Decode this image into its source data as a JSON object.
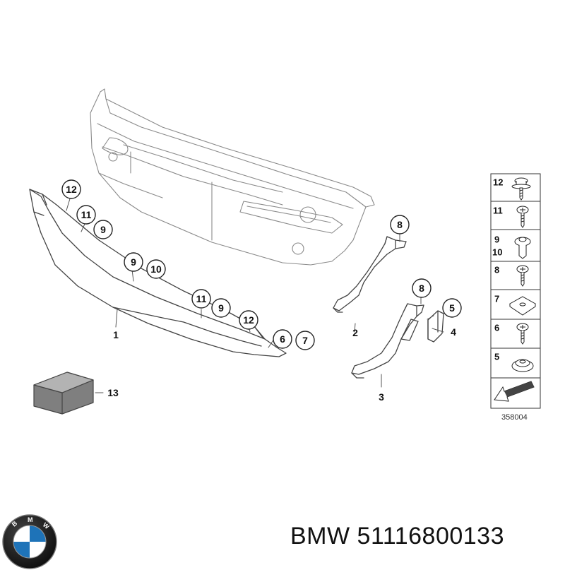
{
  "callouts": {
    "c12a": "12",
    "c11a": "11",
    "c9a": "9",
    "c9b": "9",
    "c10b": "10",
    "c11c": "11",
    "c9c": "9",
    "c12c": "12",
    "c6": "6",
    "c7": "7",
    "c1": "1",
    "c8a": "8",
    "c2": "2",
    "c8b": "8",
    "c5": "5",
    "c4": "4",
    "c3": "3",
    "c13": "13"
  },
  "legend": [
    {
      "labels": [
        "12"
      ],
      "icon": "flange-screw-icon"
    },
    {
      "labels": [
        "11"
      ],
      "icon": "oval-head-screw-icon"
    },
    {
      "labels": [
        "9",
        "10"
      ],
      "icon": "expansion-rivet-icon"
    },
    {
      "labels": [
        "8"
      ],
      "icon": "oval-head-screw-icon"
    },
    {
      "labels": [
        "7"
      ],
      "icon": "clip-nut-icon"
    },
    {
      "labels": [
        "6"
      ],
      "icon": "oval-head-screw-icon"
    },
    {
      "labels": [
        "5"
      ],
      "icon": "grommet-nut-icon"
    },
    {
      "labels": [],
      "icon": "arrow-icon"
    }
  ],
  "reference_number": "358004",
  "caption": {
    "brand": "BMW",
    "part_number": "51116800133"
  }
}
